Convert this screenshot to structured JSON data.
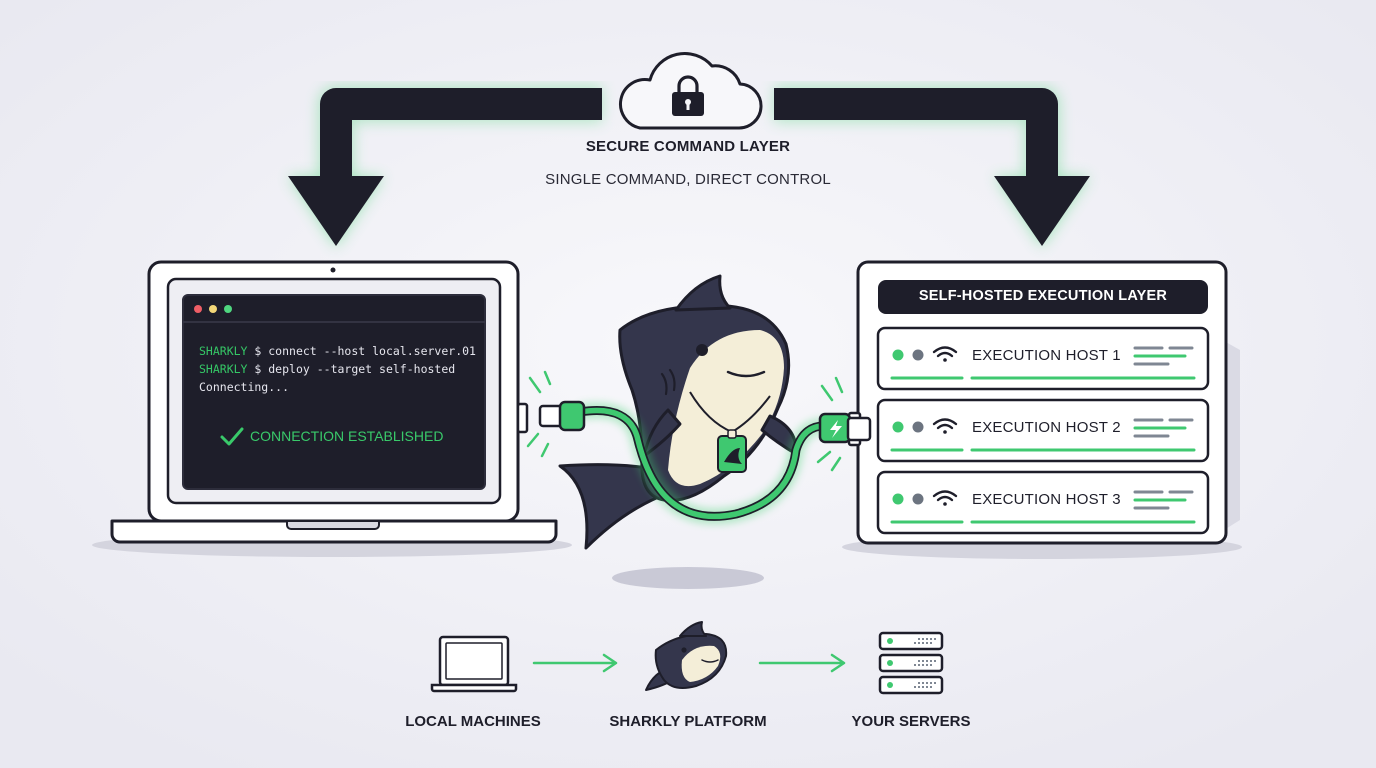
{
  "command_layer": {
    "title": "SECURE COMMAND LAYER",
    "subtitle": "SINGLE COMMAND, DIRECT CONTROL",
    "icon": "cloud-lock-icon"
  },
  "terminal": {
    "lines": [
      {
        "prompt": "SHARKLY",
        "command": "$ connect --host local.server.01"
      },
      {
        "prompt": "SHARKLY",
        "command": "$ deploy --target self-hosted"
      },
      {
        "prompt": "",
        "command": "Connecting..."
      }
    ],
    "status": "CONNECTION ESTABLISHED",
    "status_icon": "checkmark-icon"
  },
  "execution_layer": {
    "title": "SELF-HOSTED EXECUTION LAYER",
    "hosts": [
      {
        "label": "EXECUTION HOST 1"
      },
      {
        "label": "EXECUTION HOST 2"
      },
      {
        "label": "EXECUTION HOST 3"
      }
    ]
  },
  "flow": {
    "steps": [
      {
        "label": "LOCAL MACHINES",
        "icon": "laptop-icon"
      },
      {
        "label": "SHARKLY PLATFORM",
        "icon": "shark-icon"
      },
      {
        "label": "YOUR SERVERS",
        "icon": "server-rack-icon"
      }
    ]
  },
  "colors": {
    "accent_green": "#36c466",
    "dark_navy": "#1e1e2a",
    "shark_body": "#34364c",
    "shark_belly": "#f4eed8",
    "background": "#f1f1f6"
  }
}
